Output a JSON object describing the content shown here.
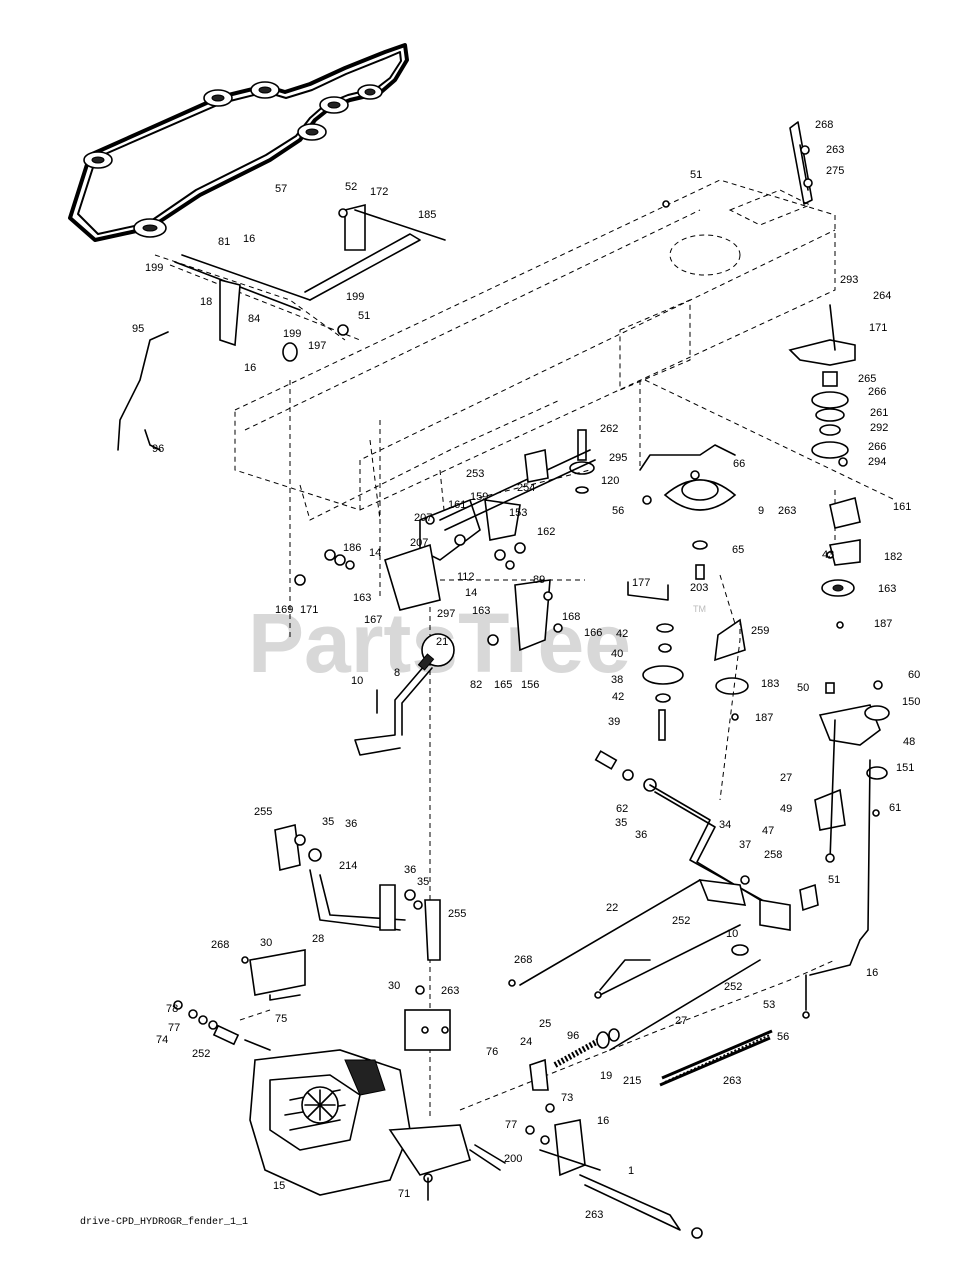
{
  "watermark": "PartsTree",
  "trademark": "TM",
  "footer": "drive-CPD_HYDROGR_fender_1_1",
  "labels": [
    "57",
    "268",
    "263",
    "275",
    "51",
    "52",
    "172",
    "185",
    "16",
    "81",
    "199",
    "18",
    "199",
    "84",
    "199",
    "197",
    "51",
    "16",
    "95",
    "96",
    "293",
    "264",
    "171",
    "265",
    "266",
    "261",
    "292",
    "266",
    "294",
    "262",
    "295",
    "120",
    "56",
    "66",
    "9",
    "263",
    "161",
    "65",
    "43",
    "182",
    "203",
    "163",
    "187",
    "253",
    "254",
    "207",
    "161",
    "159",
    "153",
    "207",
    "186",
    "14",
    "162",
    "112",
    "14",
    "163",
    "89",
    "163",
    "168",
    "166",
    "169",
    "171",
    "167",
    "297",
    "177",
    "42",
    "40",
    "38",
    "42",
    "39",
    "259",
    "183",
    "187",
    "21",
    "82",
    "165",
    "156",
    "8",
    "10",
    "60",
    "50",
    "150",
    "48",
    "151",
    "27",
    "49",
    "47",
    "61",
    "62",
    "35",
    "36",
    "34",
    "37",
    "258",
    "51",
    "255",
    "35",
    "36",
    "214",
    "36",
    "35",
    "255",
    "22",
    "268",
    "268",
    "30",
    "28",
    "252",
    "10",
    "252",
    "53",
    "16",
    "30",
    "263",
    "76",
    "78",
    "77",
    "75",
    "74",
    "252",
    "25",
    "96",
    "24",
    "19",
    "215",
    "27",
    "56",
    "263",
    "73",
    "16",
    "77",
    "200",
    "1",
    "15",
    "71",
    "263"
  ]
}
